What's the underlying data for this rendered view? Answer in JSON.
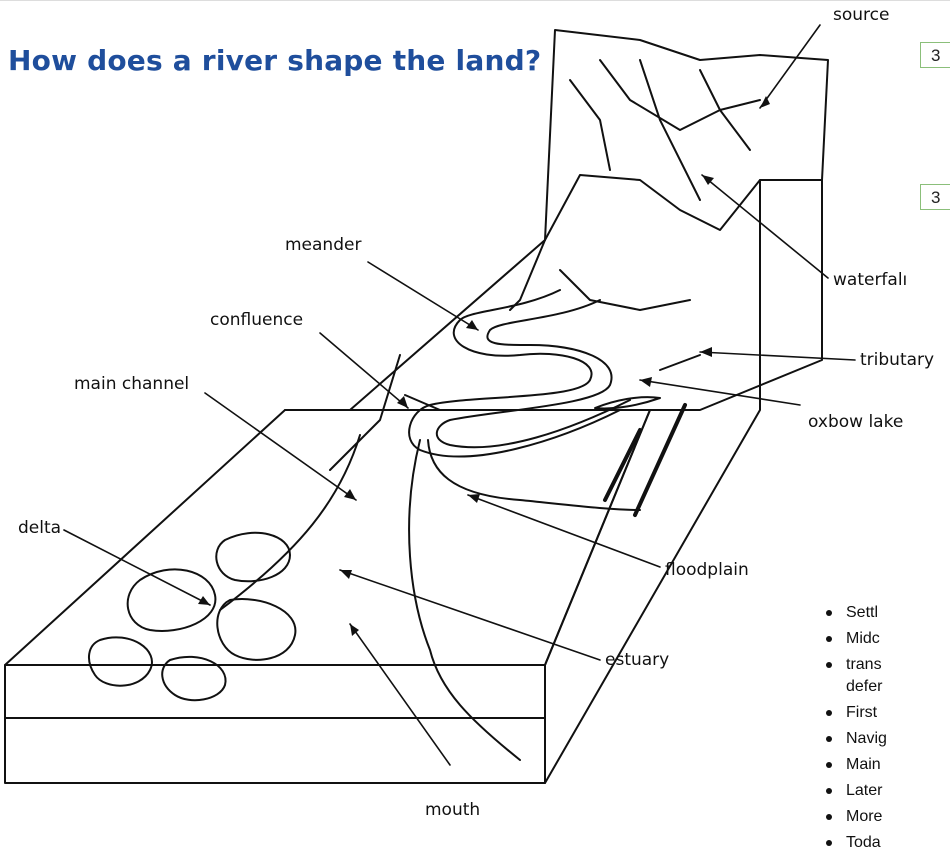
{
  "title": "How does a river shape the land?",
  "labels": {
    "source": "source",
    "meander": "meander",
    "confluence": "confluence",
    "main_channel": "main channel",
    "waterfall": "waterfalı",
    "tributary": "tributary",
    "oxbow_lake": "oxbow lake",
    "delta": "delta",
    "floodplain": "floodplain",
    "estuary": "estuary",
    "mouth": "mouth"
  },
  "side_boxes": [
    "3",
    "3"
  ],
  "bullets": [
    "Settl",
    "Midc",
    "trans",
    "defer",
    "First",
    "Navig",
    "Main",
    "Later",
    "More",
    "Toda"
  ]
}
